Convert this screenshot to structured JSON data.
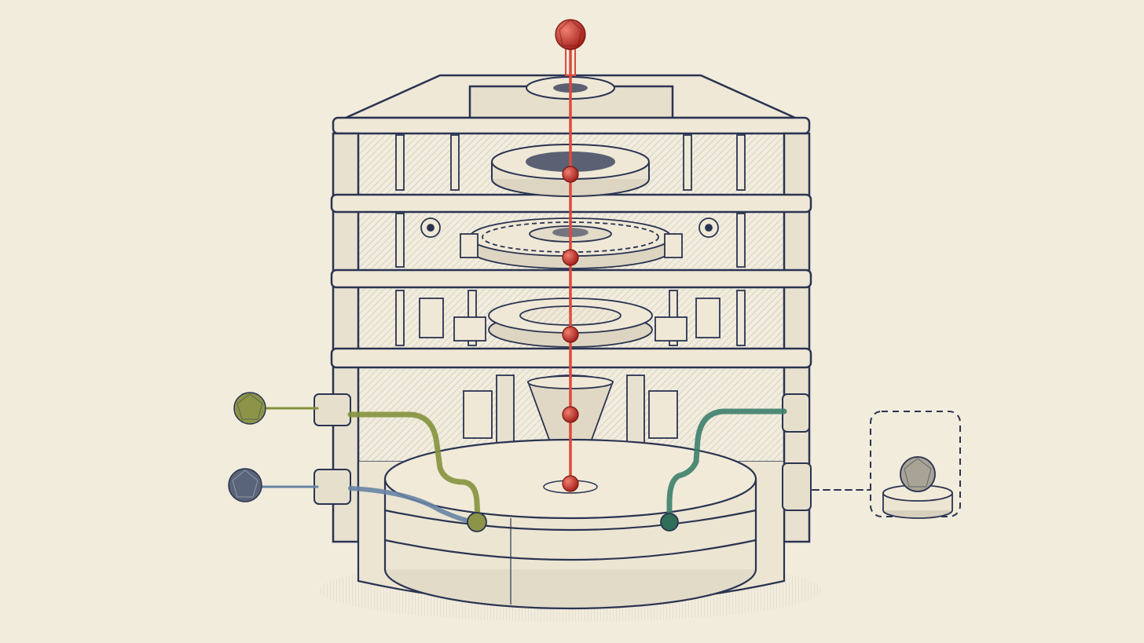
{
  "diagram": {
    "description_free": true,
    "colors": {
      "paper": "#f2ecdc",
      "ink": "#2a3452",
      "ink_light": "#5a6688",
      "shade": "#e4ddcb",
      "red_line": "#dc4a3c",
      "red_node": "#c42a24",
      "olive_line": "#84923c",
      "olive_node": "#8c9448",
      "teal_line": "#3c7f6c",
      "teal_node": "#2f6e58",
      "blue_line": "#6784a4",
      "blue_node": "#5a6478",
      "gray_node": "#a8a394"
    },
    "chambers": [
      {
        "level": 1,
        "component": "ring-gear"
      },
      {
        "level": 2,
        "component": "spur-gear"
      },
      {
        "level": 3,
        "component": "ring-gear"
      },
      {
        "level": 4,
        "component": "funnel-and-disc-base"
      }
    ],
    "central_axis_nodes": 6,
    "side_ports": [
      {
        "side": "left",
        "color_key": "olive",
        "connects_to": "base-disc"
      },
      {
        "side": "left",
        "color_key": "blue",
        "connects_to": "base-disc"
      },
      {
        "side": "right",
        "color_key": "teal",
        "connects_to": "base-disc"
      }
    ],
    "detached_module": {
      "icon": "gem-on-pedestal-icon",
      "style": "dashed-box"
    }
  }
}
